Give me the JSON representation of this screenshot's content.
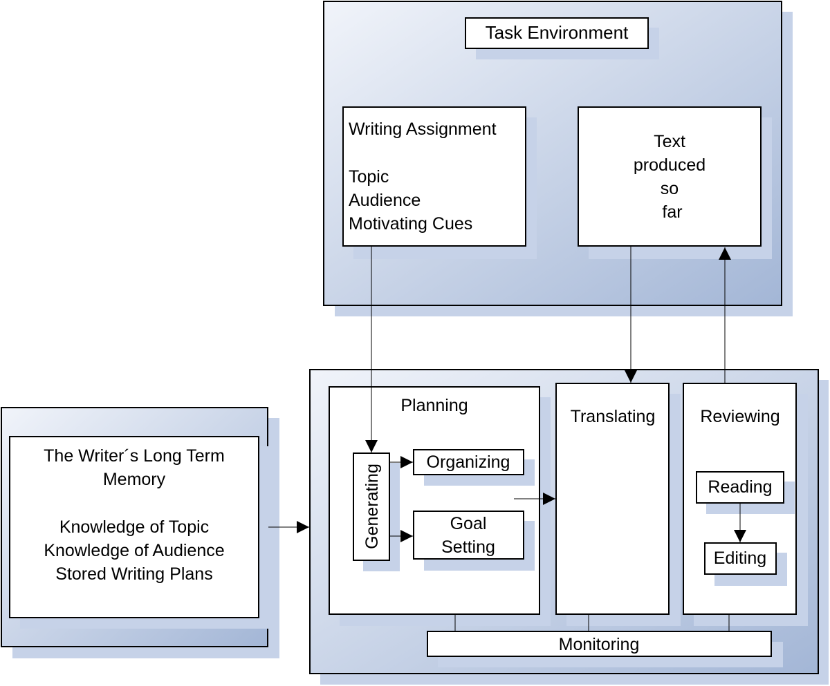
{
  "task_environment": {
    "title": "Task Environment",
    "writing_assignment": {
      "title": "Writing Assignment",
      "items": [
        "Topic",
        "Audience",
        "Motivating Cues"
      ]
    },
    "text_produced": {
      "lines": [
        "Text",
        "produced",
        "so",
        "far"
      ]
    }
  },
  "long_term_memory": {
    "title_lines": [
      "The Writer´s Long Term",
      "Memory"
    ],
    "items": [
      "Knowledge of Topic",
      "Knowledge of Audience",
      "Stored Writing Plans"
    ]
  },
  "writing_process": {
    "planning": {
      "title": "Planning",
      "generating": "Generating",
      "organizing": "Organizing",
      "goal_setting_lines": [
        "Goal",
        "Setting"
      ]
    },
    "translating": {
      "title": "Translating"
    },
    "reviewing": {
      "title": "Reviewing",
      "reading": "Reading",
      "editing": "Editing"
    },
    "monitoring": "Monitoring"
  },
  "colors": {
    "panel_light": "#eef2f9",
    "panel_dark": "#a7b9d8",
    "shadow": "#c6d2e8",
    "stroke": "#000000",
    "box_fill": "#ffffff"
  }
}
